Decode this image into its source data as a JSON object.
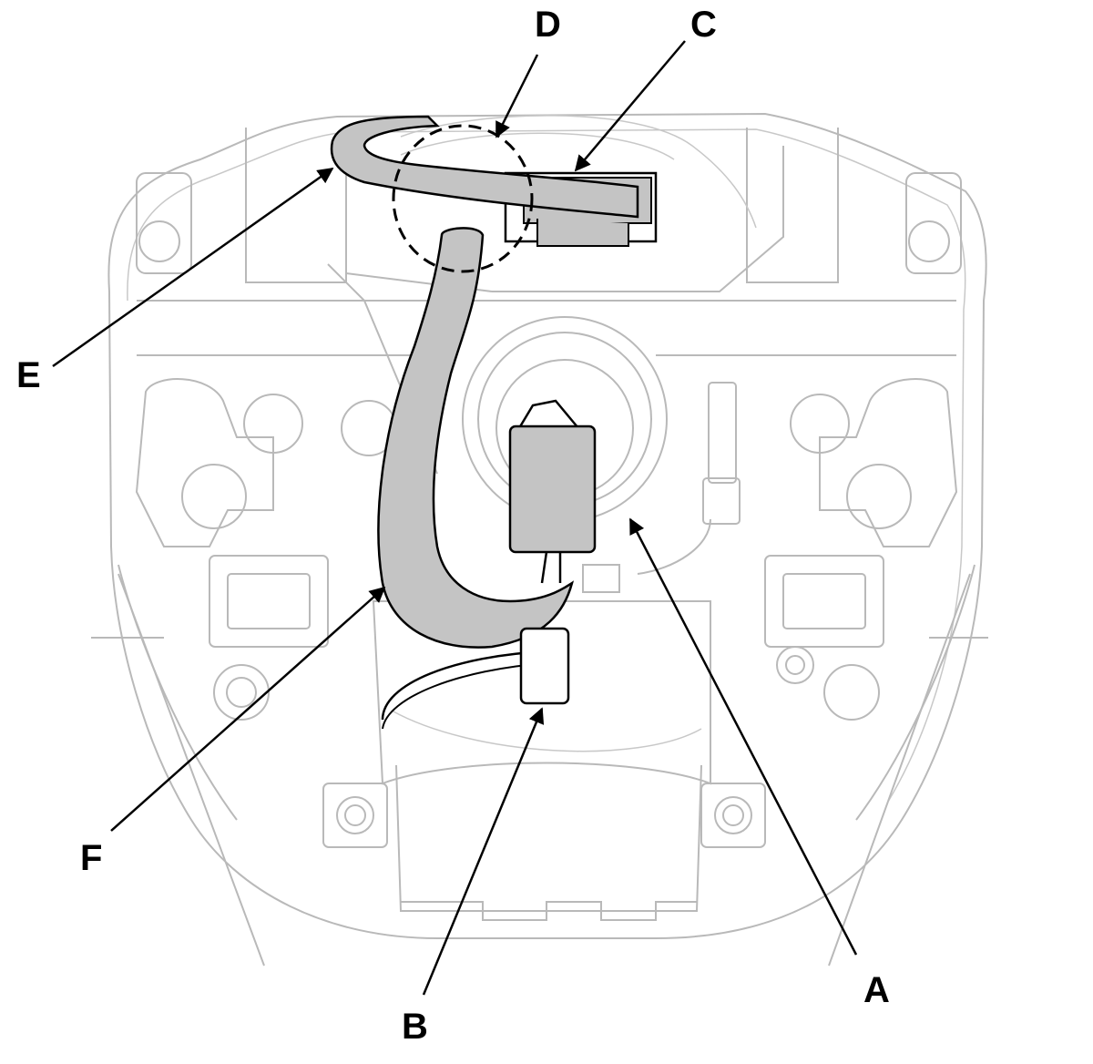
{
  "labels": {
    "a": "A",
    "b": "B",
    "c": "C",
    "d": "D",
    "e": "E",
    "f": "F"
  },
  "colors": {
    "harness_fill": "#c4c4c4",
    "outline": "#000000",
    "background_lines": "#b9b9b9"
  }
}
